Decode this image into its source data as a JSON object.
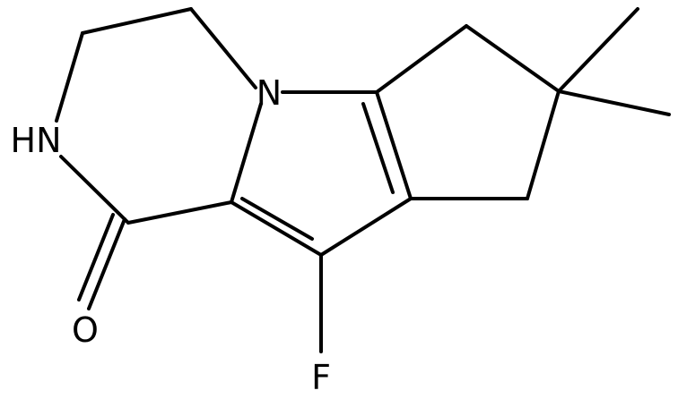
{
  "molecule": {
    "atoms": {
      "N": "N",
      "NH": "HN",
      "O": "O",
      "F": "F"
    },
    "colors": {
      "bond": "#000000",
      "label": "#000000",
      "background": "#ffffff"
    }
  }
}
